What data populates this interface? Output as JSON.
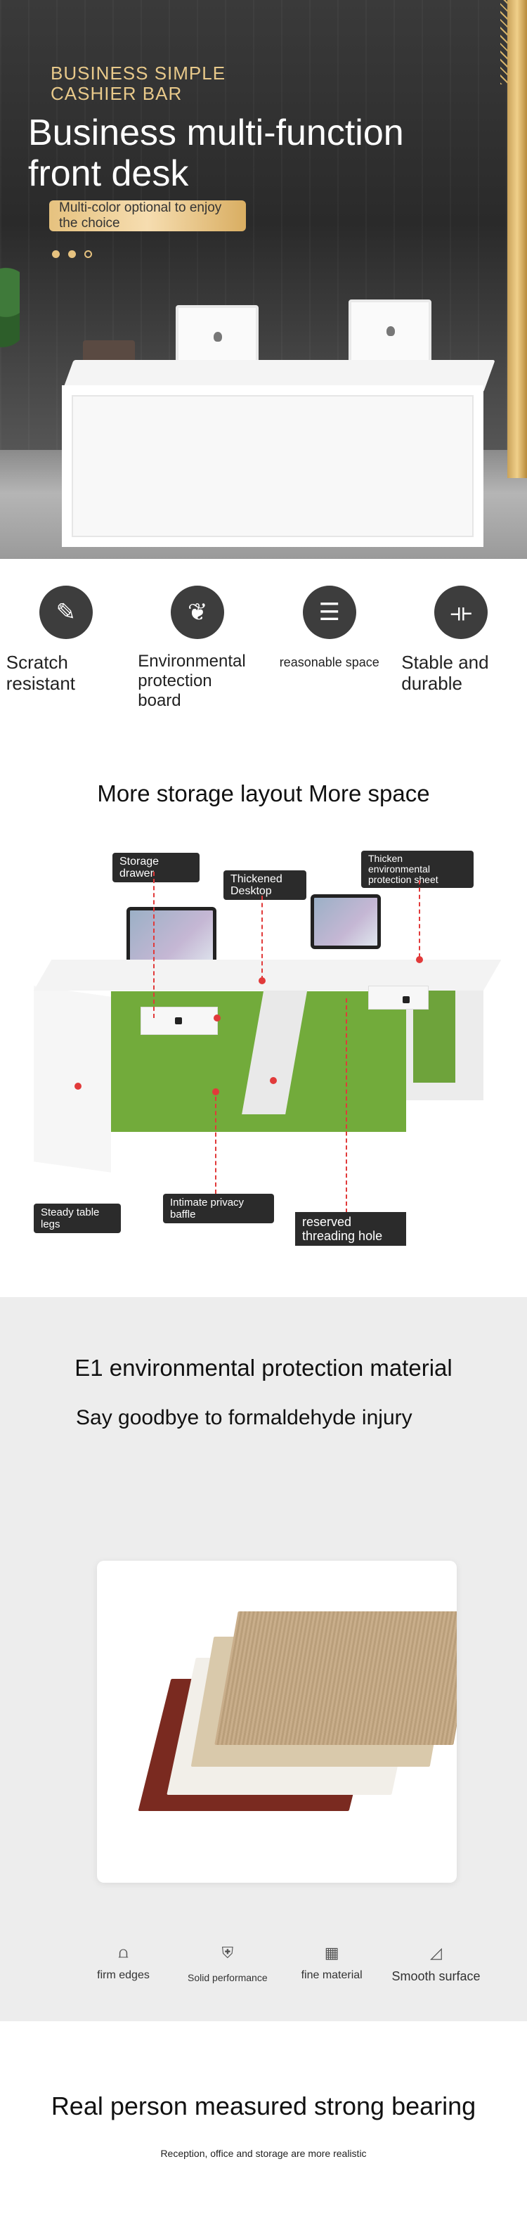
{
  "hero": {
    "kicker": "BUSINESS SIMPLE CASHIER BAR",
    "title": "Business multi-function front desk",
    "pill": "Multi-color optional to enjoy the choice",
    "carousel": {
      "current": 2,
      "total": 3
    }
  },
  "features": [
    {
      "label": "Scratch resistant",
      "icon": "pen-icon"
    },
    {
      "label": "Environmental protection board",
      "icon": "leaf-icon"
    },
    {
      "label": "reasonable space",
      "icon": "storage-icon"
    },
    {
      "label": "Stable and durable",
      "icon": "dumbbell-icon"
    }
  ],
  "storage": {
    "title": "More storage layout More space",
    "callouts": {
      "drawer": "Storage drawer",
      "desktop": "Thickened Desktop",
      "sheet": "Thicken environmental protection sheet",
      "legs": "Steady table legs",
      "baffle": "Intimate privacy baffle",
      "hole": "reserved threading hole"
    }
  },
  "e1": {
    "title": "E1 environmental protection material",
    "subtitle": "Say goodbye to formaldehyde injury",
    "icons": [
      {
        "label": "firm edges",
        "icon": "edges-icon"
      },
      {
        "label": "Solid performance",
        "icon": "shield-icon"
      },
      {
        "label": "fine material",
        "icon": "grid-icon"
      },
      {
        "label": "Smooth surface",
        "icon": "surface-icon"
      }
    ]
  },
  "bearing": {
    "title": "Real person measured strong bearing",
    "subtitle": "Reception, office and storage are more realistic"
  },
  "colors": {
    "gold": "#e6c27f",
    "green_panel": "#72ab3b",
    "callout_bg": "#2b2b2b",
    "marker_red": "#e13a3a"
  }
}
